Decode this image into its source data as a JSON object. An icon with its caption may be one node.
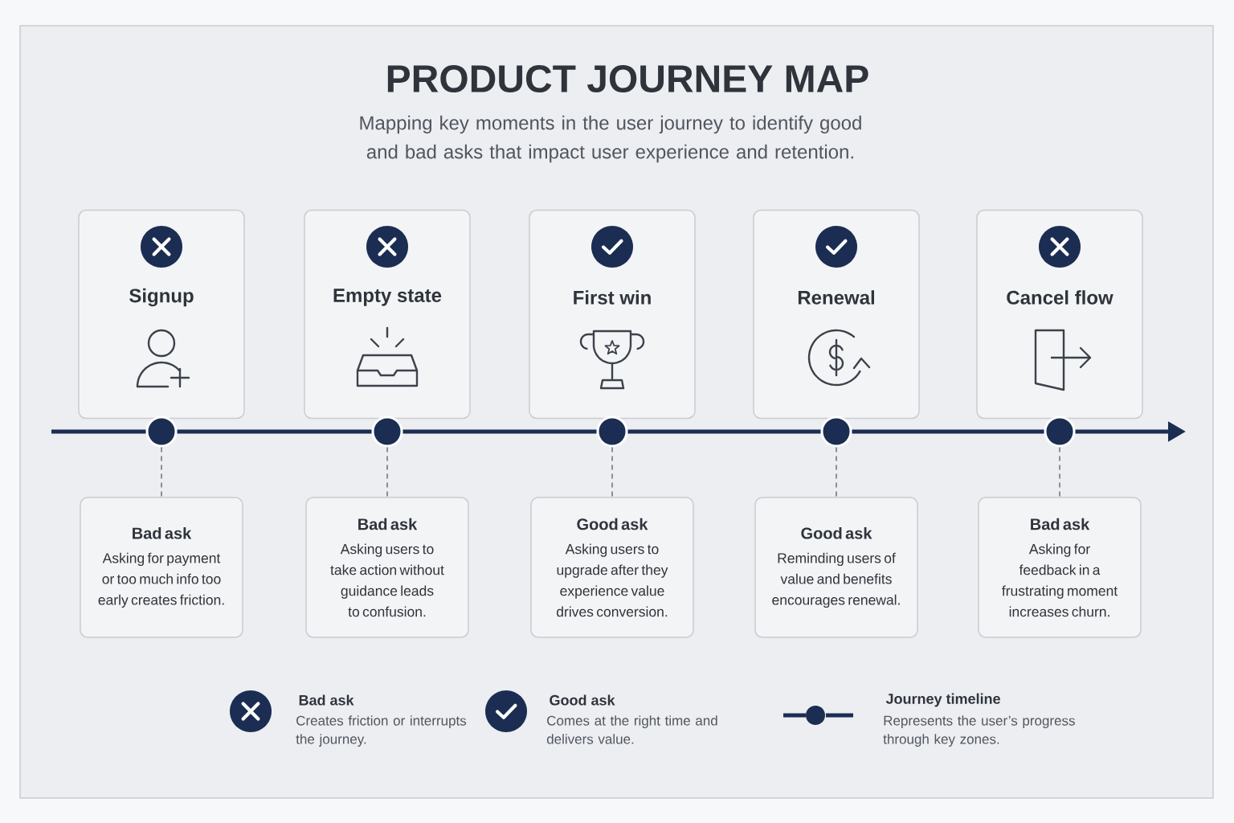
{
  "diagram": {
    "title": "PRODUCT JOURNEY MAP",
    "nodes": [
      {
        "text": [
          "Signup"
        ]
      },
      {
        "text": [
          "Empty state"
        ]
      },
      {
        "text": [
          "First win"
        ]
      },
      {
        "text": [
          "Renewal"
        ]
      },
      {
        "text": [
          "Cancel flow"
        ]
      },
      {
        "text": [],
        "shape": "circle"
      },
      {
        "text": [],
        "shape": "circle"
      },
      {
        "text": [],
        "shape": "circle"
      },
      {
        "text": [],
        "shape": "circle"
      },
      {
        "text": [],
        "shape": "circle"
      },
      {
        "text": [
          "Bad ask",
          "Asking for payment or too much info too early creates friction."
        ]
      },
      {
        "text": [
          "Bad ask",
          "Asking users to take action without guidance leads to confusion."
        ]
      },
      {
        "text": [
          "Good ask",
          "Asking users to upgrade after they experience value drives conversion."
        ]
      },
      {
        "text": [
          "Good ask",
          "Reminding users of value and benefits encourages renewal."
        ]
      },
      {
        "text": [
          "Bad ask",
          "Asking for feedback in a frustrating moment increases churn."
        ]
      }
    ],
    "edges": [
      {
        "from": null,
        "to": 5,
        "arrow": "none"
      },
      {
        "from": 5,
        "to": 6,
        "arrow": "none"
      },
      {
        "from": 6,
        "to": 7,
        "arrow": "none"
      },
      {
        "from": 7,
        "to": 8,
        "arrow": "none"
      },
      {
        "from": 8,
        "to": 9,
        "arrow": "none"
      },
      {
        "from": 9,
        "to": null,
        "arrow": "to"
      },
      {
        "from": 5,
        "to": 10,
        "arrow": "none",
        "style": "dashed",
        "color": "#7d8490"
      },
      {
        "from": 6,
        "to": 11,
        "arrow": "none",
        "style": "dashed",
        "color": "#7d8490"
      },
      {
        "from": 7,
        "to": 12,
        "arrow": "none",
        "style": "dashed",
        "color": "#7d8490"
      },
      {
        "from": 8,
        "to": 13,
        "arrow": "none",
        "style": "dashed",
        "color": "#7d8490"
      },
      {
        "from": 9,
        "to": 14,
        "arrow": "none",
        "style": "dashed",
        "color": "#7d8490"
      }
    ],
    "labels": [
      "Mapping key moments in the user journey to identify good and bad asks that impact user experience and retention.",
      "Creates friction or interrupts the journey.",
      "Comes at the right time and delivers value.",
      "Represents the user’s progress through key zones."
    ],
    "legend": [
      {
        "text": "Bad ask"
      },
      {
        "text": "Good ask"
      },
      {
        "text": "Journey timeline"
      }
    ]
  }
}
